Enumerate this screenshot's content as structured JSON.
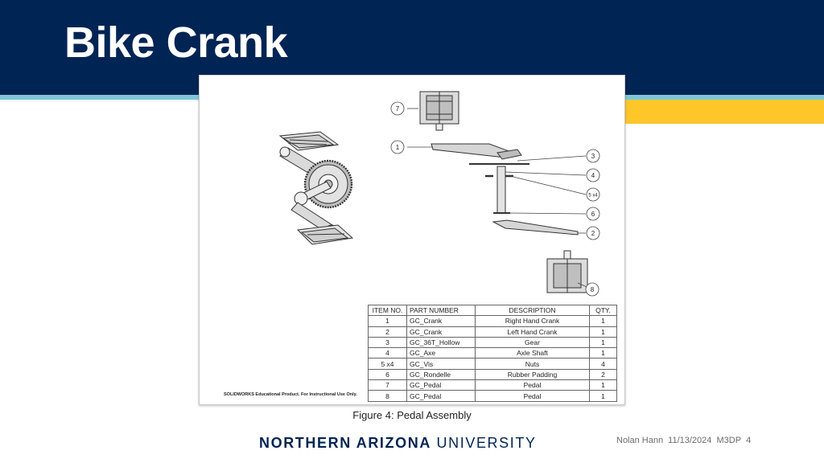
{
  "slide": {
    "title": "Bike Crank",
    "caption": "Figure 4: Pedal Assembly",
    "footer": {
      "university_bold": "NORTHERN ARIZONA",
      "university_light": "UNIVERSITY",
      "author": "Nolan Hann",
      "date": "11/13/2024",
      "course": "M3DP",
      "page_number": "4"
    },
    "colors": {
      "navy": "#002454",
      "gold": "#FFC62A",
      "teal": "#7FC6D8"
    }
  },
  "drawing": {
    "balloons": [
      "7",
      "1",
      "3",
      "4",
      "5 x4",
      "6",
      "2",
      "8"
    ],
    "solidworks_note": "SOLIDWORKS Educational Product. For Instructional Use Only.",
    "bom": {
      "headers": [
        "ITEM NO.",
        "PART NUMBER",
        "DESCRIPTION",
        "QTY."
      ],
      "rows": [
        [
          "1",
          "GC_Crank",
          "Right Hand Crank",
          "1"
        ],
        [
          "2",
          "GC_Crank",
          "Left Hand Crank",
          "1"
        ],
        [
          "3",
          "GC_36T_Hollow",
          "Gear",
          "1"
        ],
        [
          "4",
          "GC_Axe",
          "Axle Shaft",
          "1"
        ],
        [
          "5 x4",
          "GC_Vis",
          "Nuts",
          "4"
        ],
        [
          "6",
          "GC_Rondelle",
          "Rubber Padding",
          "2"
        ],
        [
          "7",
          "GC_Pedal",
          "Pedal",
          "1"
        ],
        [
          "8",
          "GC_Pedal",
          "Pedal",
          "1"
        ]
      ]
    }
  }
}
